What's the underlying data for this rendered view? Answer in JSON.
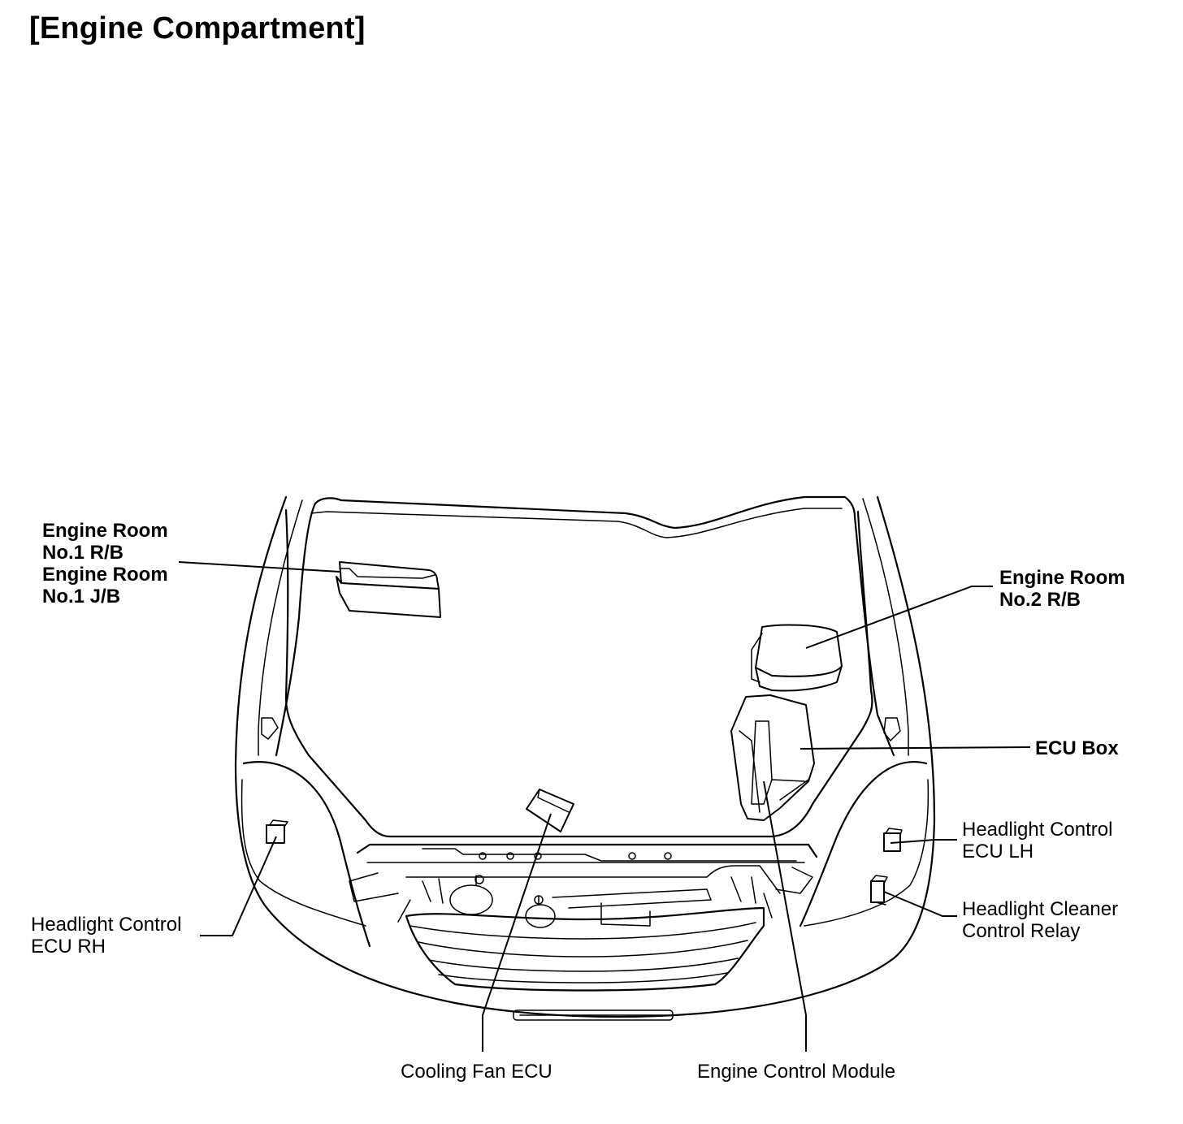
{
  "title": "[Engine Compartment]",
  "labels": {
    "engine_room_no1": [
      "Engine Room",
      "No.1 R/B",
      "Engine Room",
      "No.1 J/B"
    ],
    "engine_room_no2": [
      "Engine Room",
      "No.2 R/B"
    ],
    "ecu_box": [
      "ECU Box"
    ],
    "headlight_control_lh": [
      "Headlight Control",
      "ECU LH"
    ],
    "headlight_cleaner": [
      "Headlight Cleaner",
      "Control Relay"
    ],
    "headlight_control_rh": [
      "Headlight Control",
      "ECU RH"
    ],
    "cooling_fan_ecu": [
      "Cooling Fan ECU"
    ],
    "engine_control_module": [
      "Engine Control Module"
    ]
  }
}
